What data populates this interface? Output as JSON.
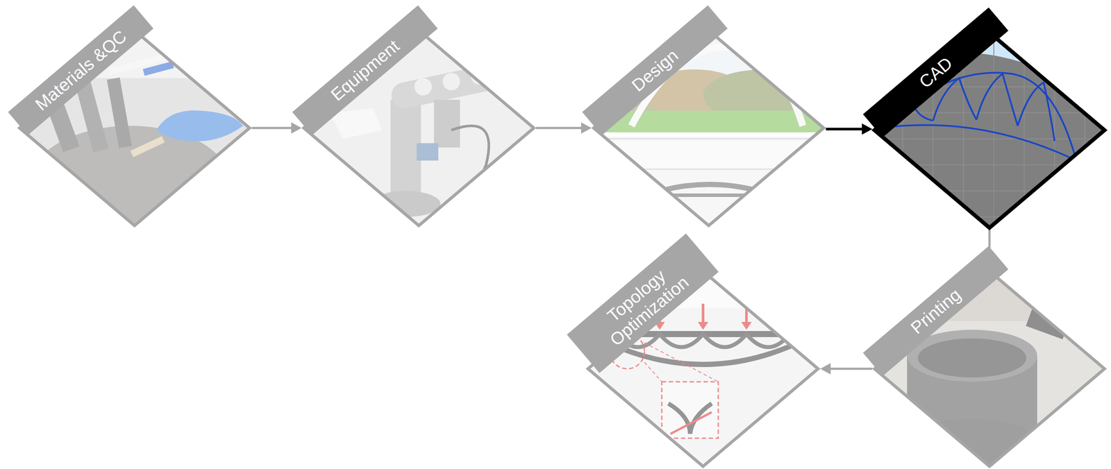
{
  "diagram": {
    "nodes": [
      {
        "text": [
          "Materials &QC"
        ]
      },
      {
        "text": [
          "Equipment"
        ]
      },
      {
        "text": [
          "Design"
        ]
      },
      {
        "text": [
          "CAD"
        ]
      },
      {
        "text": [
          "Printing"
        ]
      },
      {
        "text": [
          "Topology Optimization"
        ]
      }
    ],
    "edges": [
      {
        "from": 0,
        "to": 1,
        "arrow": "to"
      },
      {
        "from": 1,
        "to": 2,
        "arrow": "to"
      },
      {
        "from": 2,
        "to": 3,
        "arrow": "to"
      },
      {
        "from": 3,
        "to": 4,
        "arrow": "to"
      },
      {
        "from": 4,
        "to": 5,
        "arrow": "to"
      }
    ]
  }
}
